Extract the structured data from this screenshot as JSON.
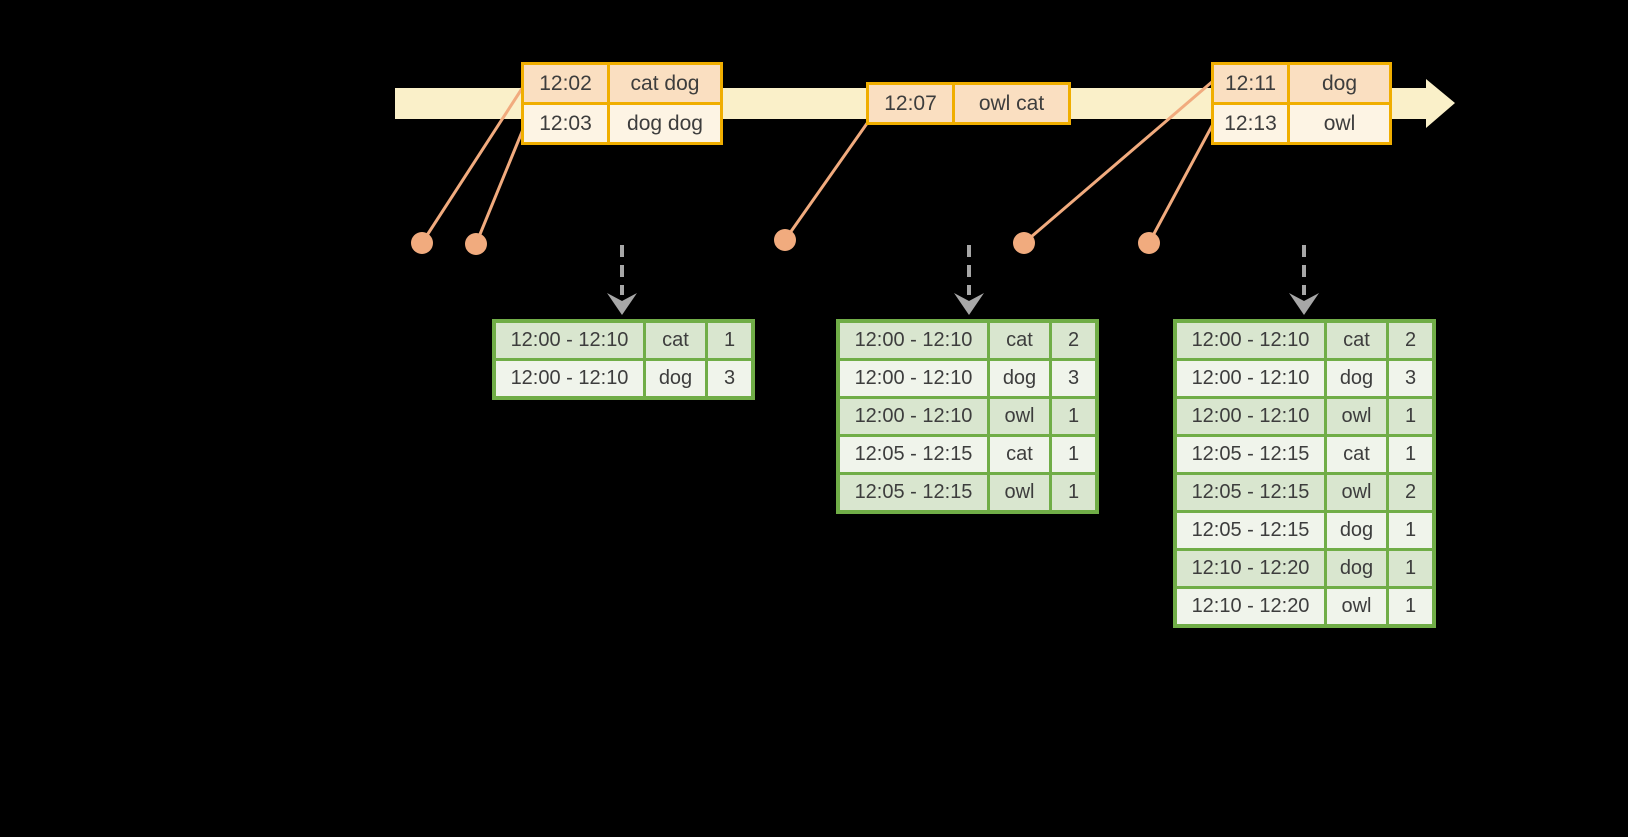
{
  "colors": {
    "background": "#000000",
    "timeline_band": "#FAF0C9",
    "event_border": "#F0AE00",
    "event_row_dark": "#FADFC1",
    "event_row_light": "#FDF4E4",
    "connector": "#F1AB7E",
    "result_border": "#70AD47",
    "result_row_dark": "#D9E6CF",
    "result_row_light": "#F0F4EB",
    "trigger_arrow": "#A7A7A7",
    "text": "#3D3D3D"
  },
  "event_tables": [
    {
      "rows": [
        {
          "time": "12:02",
          "words": "cat dog"
        },
        {
          "time": "12:03",
          "words": "dog dog"
        }
      ]
    },
    {
      "rows": [
        {
          "time": "12:07",
          "words": "owl cat"
        }
      ]
    },
    {
      "rows": [
        {
          "time": "12:11",
          "words": "dog"
        },
        {
          "time": "12:13",
          "words": "owl"
        }
      ]
    }
  ],
  "result_tables": [
    {
      "rows": [
        {
          "window": "12:00 - 12:10",
          "word": "cat",
          "count": 1
        },
        {
          "window": "12:00 - 12:10",
          "word": "dog",
          "count": 3
        }
      ]
    },
    {
      "rows": [
        {
          "window": "12:00 - 12:10",
          "word": "cat",
          "count": 2
        },
        {
          "window": "12:00 - 12:10",
          "word": "dog",
          "count": 3
        },
        {
          "window": "12:00 - 12:10",
          "word": "owl",
          "count": 1
        },
        {
          "window": "12:05 - 12:15",
          "word": "cat",
          "count": 1
        },
        {
          "window": "12:05 - 12:15",
          "word": "owl",
          "count": 1
        }
      ]
    },
    {
      "rows": [
        {
          "window": "12:00 - 12:10",
          "word": "cat",
          "count": 2
        },
        {
          "window": "12:00 - 12:10",
          "word": "dog",
          "count": 3
        },
        {
          "window": "12:00 - 12:10",
          "word": "owl",
          "count": 1
        },
        {
          "window": "12:05 - 12:15",
          "word": "cat",
          "count": 1
        },
        {
          "window": "12:05 - 12:15",
          "word": "owl",
          "count": 2
        },
        {
          "window": "12:05 - 12:15",
          "word": "dog",
          "count": 1
        },
        {
          "window": "12:10 - 12:20",
          "word": "dog",
          "count": 1
        },
        {
          "window": "12:10 - 12:20",
          "word": "owl",
          "count": 1
        }
      ]
    }
  ]
}
